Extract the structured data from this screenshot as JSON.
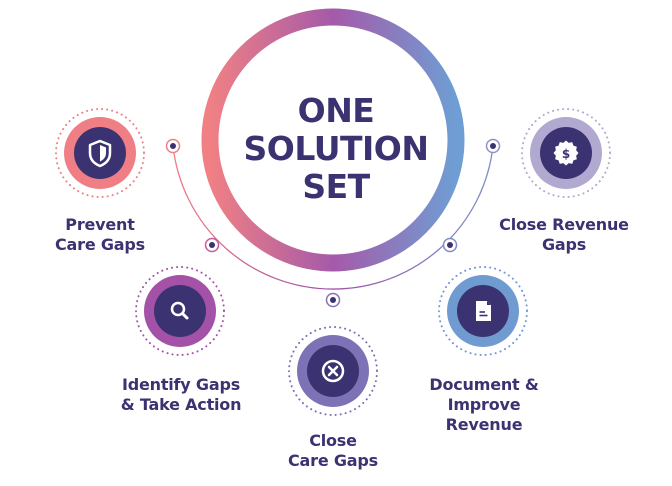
{
  "title": {
    "line1": "ONE",
    "line2": "SOLUTION",
    "line3": "SET"
  },
  "steps": [
    {
      "label_lines": [
        "Prevent",
        "Care Gaps"
      ],
      "icon": "shield-icon"
    },
    {
      "label_lines": [
        "Identify Gaps",
        "& Take Action"
      ],
      "icon": "search-icon"
    },
    {
      "label_lines": [
        "Close",
        "Care Gaps"
      ],
      "icon": "close-circle-icon"
    },
    {
      "label_lines": [
        "Document &",
        "Improve",
        "Revenue"
      ],
      "icon": "document-icon"
    },
    {
      "label_lines": [
        "Close Revenue",
        "Gaps"
      ],
      "icon": "dollar-badge-icon"
    }
  ],
  "colors": {
    "navy": "#3b3371",
    "coral": "#ef7f85",
    "magenta": "#a452a8",
    "purple": "#7e72b6",
    "blue": "#6f9bd1",
    "lavender": "#b1a9cf"
  }
}
